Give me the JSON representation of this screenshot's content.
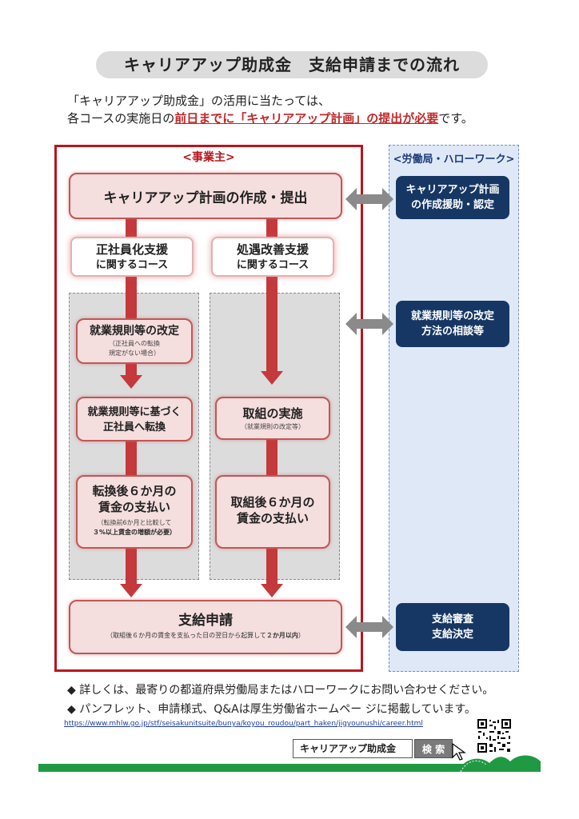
{
  "title": "キャリアアップ助成金　支給申請までの流れ",
  "intro": {
    "line1": "「キャリアアップ助成金」の活用に当たっては、",
    "line2_pre": "各コースの実施日の",
    "line2_highlight": "前日までに「キャリアアップ計画」の提出が必要",
    "line2_post": "です。"
  },
  "employer": {
    "header": "<事業主>",
    "plan_box": "キャリアアップ計画の作成・提出",
    "course_left": {
      "line1": "正社員化支援",
      "line2": "に関するコース"
    },
    "course_right": {
      "line1": "処遇改善支援",
      "line2": "に関するコース"
    },
    "left_steps": {
      "step1_title": "就業規則等の改定",
      "step1_note1": "（正社員への転換",
      "step1_note2": "規定がない場合）",
      "step2_line1": "就業規則等に基づく",
      "step2_line2": "正社員へ転換",
      "step3_line1": "転換後６か月の",
      "step3_line2": "賃金の支払い",
      "step3_note1": "（転換前6か月と比較して",
      "step3_note2": "３%以上賃金の増額が必要）"
    },
    "right_steps": {
      "step1_title": "取組の実施",
      "step1_note": "（就業規則の改定等）",
      "step2_line1": "取組後６か月の",
      "step2_line2": "賃金の支払い"
    },
    "final_box": {
      "title": "支給申請",
      "note_pre": "（取組後６か月の賃金を支払った日の翌日から起算して",
      "note_bold": "２か月以内",
      "note_post": "）"
    }
  },
  "office": {
    "header": "<労働局・ハローワーク>",
    "box1": {
      "line1": "キャリアアップ計画",
      "line2": "の作成援助・認定"
    },
    "box2": {
      "line1": "就業規則等の改定",
      "line2": "方法の相談等"
    },
    "box3": {
      "line1": "支給審査",
      "line2": "支給決定"
    }
  },
  "notes": {
    "note1": "◆ 詳しくは、最寄りの都道府県労働局またはハローワークにお問い合わせください。",
    "note2": "◆ パンフレット、申請様式、Q&Aは厚生労働省ホームペー ジに掲載しています。",
    "url": "https://www.mhlw.go.jp/stf/seisakunitsuite/bunya/koyou_roudou/part_haken/jigyounushi/career.html"
  },
  "search": {
    "query": "キャリアアップ助成金",
    "button": "検 索"
  },
  "colors": {
    "accent_red": "#b8161c",
    "navy": "#163763",
    "office_bg": "#dfe8f6",
    "footer_green": "#1f9a43"
  }
}
